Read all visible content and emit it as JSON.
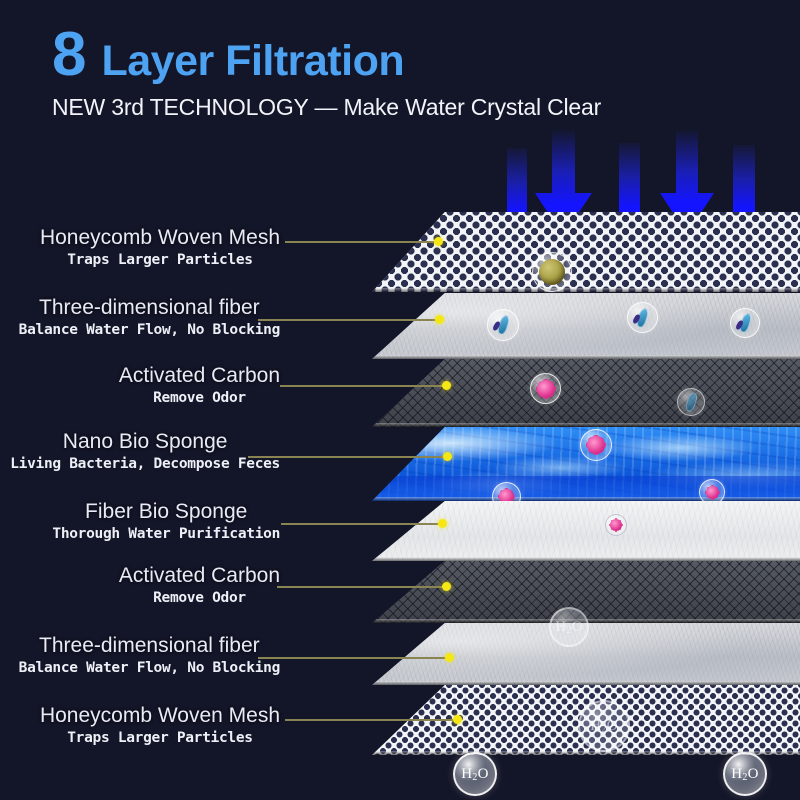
{
  "header": {
    "number": "8",
    "title": "Layer Filtration",
    "subtitle": "NEW 3rd TECHNOLOGY — Make Water Crystal Clear",
    "accent_color": "#4ea2f2",
    "text_color": "#f2f4fa"
  },
  "background_color": "#131528",
  "connector": {
    "line_color": "#8a8452",
    "dot_color": "#f5e714"
  },
  "layers": [
    {
      "index": 1,
      "title": "Honeycomb Woven Mesh",
      "subtitle": "Traps Larger Particles",
      "texture": "honeycomb",
      "color": "#f3f4f8"
    },
    {
      "index": 2,
      "title": "Three-dimensional fiber",
      "subtitle": "Balance Water Flow, No Blocking",
      "texture": "fiber",
      "color": "#c6c9cf"
    },
    {
      "index": 3,
      "title": "Activated Carbon",
      "subtitle": "Remove Odor",
      "texture": "carbon",
      "color": "#4a4d55"
    },
    {
      "index": 4,
      "title": "Nano Bio Sponge",
      "subtitle": "Living Bacteria, Decompose Feces",
      "texture": "water",
      "color": "#1570e8"
    },
    {
      "index": 5,
      "title": "Fiber Bio Sponge",
      "subtitle": "Thorough Water Purification",
      "texture": "fiber-white",
      "color": "#eef0f1"
    },
    {
      "index": 6,
      "title": "Activated Carbon",
      "subtitle": "Remove Odor",
      "texture": "carbon",
      "color": "#4a4d55"
    },
    {
      "index": 7,
      "title": "Three-dimensional fiber",
      "subtitle": "Balance Water Flow, No Blocking",
      "texture": "fiber",
      "color": "#c6c9cf"
    },
    {
      "index": 8,
      "title": "Honeycomb Woven Mesh",
      "subtitle": "Traps Larger Particles",
      "texture": "honeycomb",
      "color": "#f3f4f8"
    }
  ],
  "arrows": {
    "count": 5,
    "color_tip": "#1414ff",
    "color_tail": "#151836",
    "direction": "down"
  },
  "water_drops": {
    "label": "H2O",
    "formula_prefix": "H",
    "formula_sub": "2",
    "formula_suffix": "O"
  },
  "particles": {
    "grit_label": "trapped-debris",
    "bacteria_label": "bacteria",
    "virus_label": "virus"
  }
}
